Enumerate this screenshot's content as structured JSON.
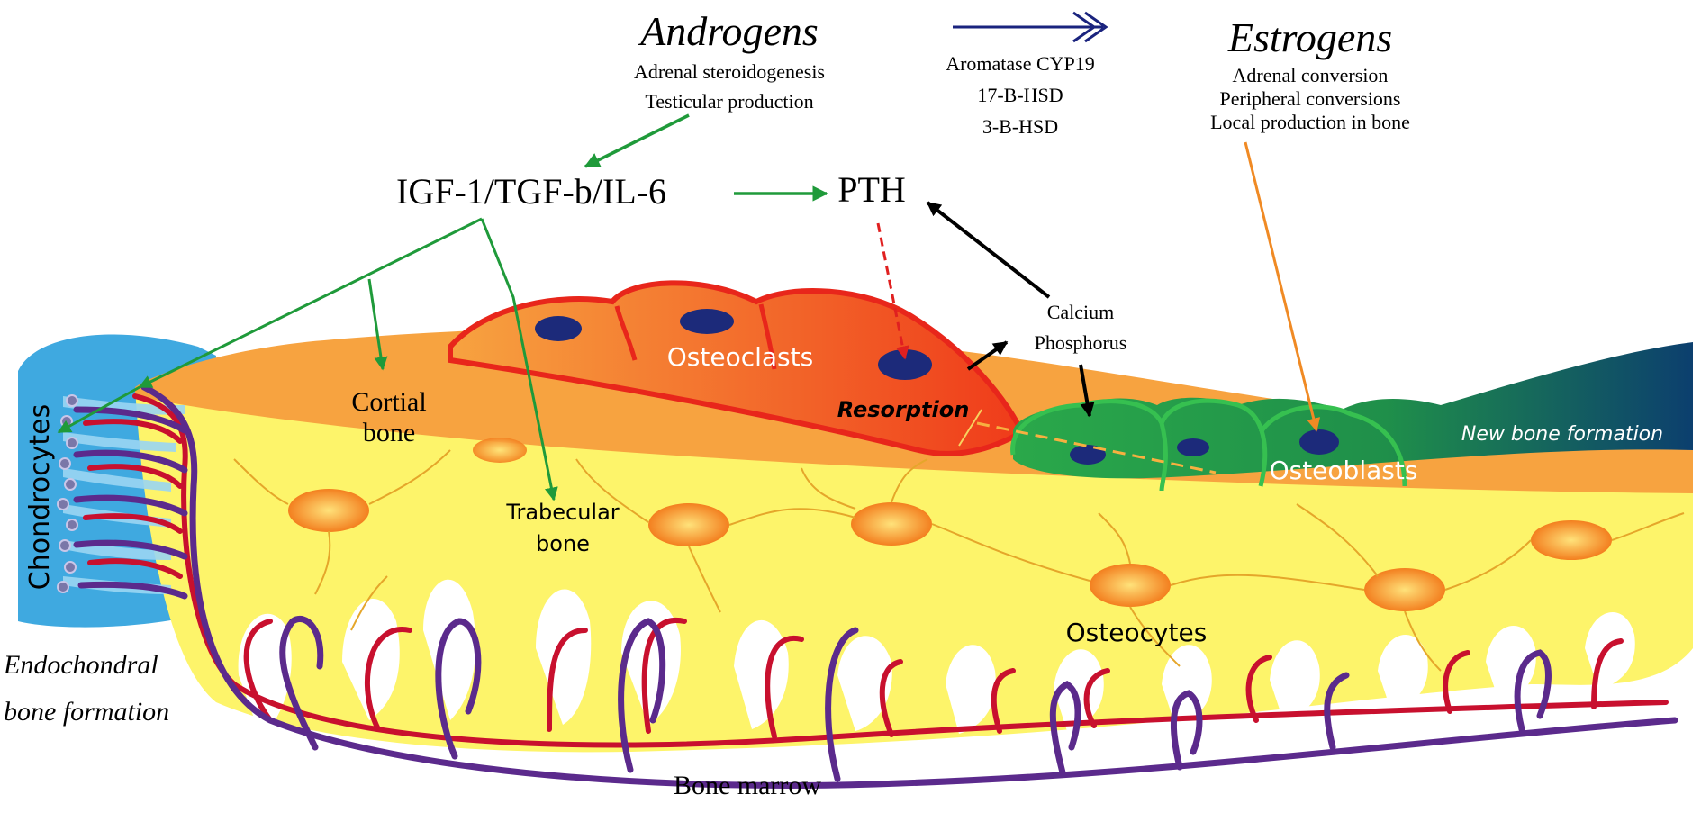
{
  "title_left": "Androgens",
  "androgen_sources": [
    "Adrenal steroidogenesis",
    "Testicular production"
  ],
  "enzymes": [
    "Aromatase CYP19",
    "17-B-HSD",
    "3-B-HSD"
  ],
  "title_right": "Estrogens",
  "estrogen_sources": [
    "Adrenal conversion",
    "Peripheral conversions",
    "Local production in bone"
  ],
  "cytokines": "IGF-1/TGF-b/IL-6",
  "pth": "PTH",
  "minerals": [
    "Calcium",
    "Phosphorus"
  ],
  "cells": {
    "osteoclasts": "Osteoclasts",
    "osteoblasts": "Osteoblasts",
    "osteocytes": "Osteocytes",
    "chondrocytes": "Chondrocytes"
  },
  "labels": {
    "resorption": "Resorption",
    "new_bone": "New bone formation",
    "cortial": [
      "Cortial",
      "bone"
    ],
    "trabecular": [
      "Trabecular",
      "bone"
    ],
    "endochondral": [
      "Endochondral",
      "bone formation"
    ],
    "marrow": "Bone marrow"
  },
  "colors": {
    "cartilage": "#3fa9e0",
    "cortical": "#f7a340",
    "trabecular": "#fdf46a",
    "osteoclast": "#ef3b1a",
    "osteoblast": "#2aa84a",
    "new_bone": "#0d5f6e",
    "nucleus": "#1c2a7a",
    "artery": "#c8102e",
    "vein": "#5b2a8c",
    "green_arrow": "#1f9a3a",
    "enzyme_arrow": "#1a237e",
    "estrogen_arrow": "#f08a24"
  }
}
